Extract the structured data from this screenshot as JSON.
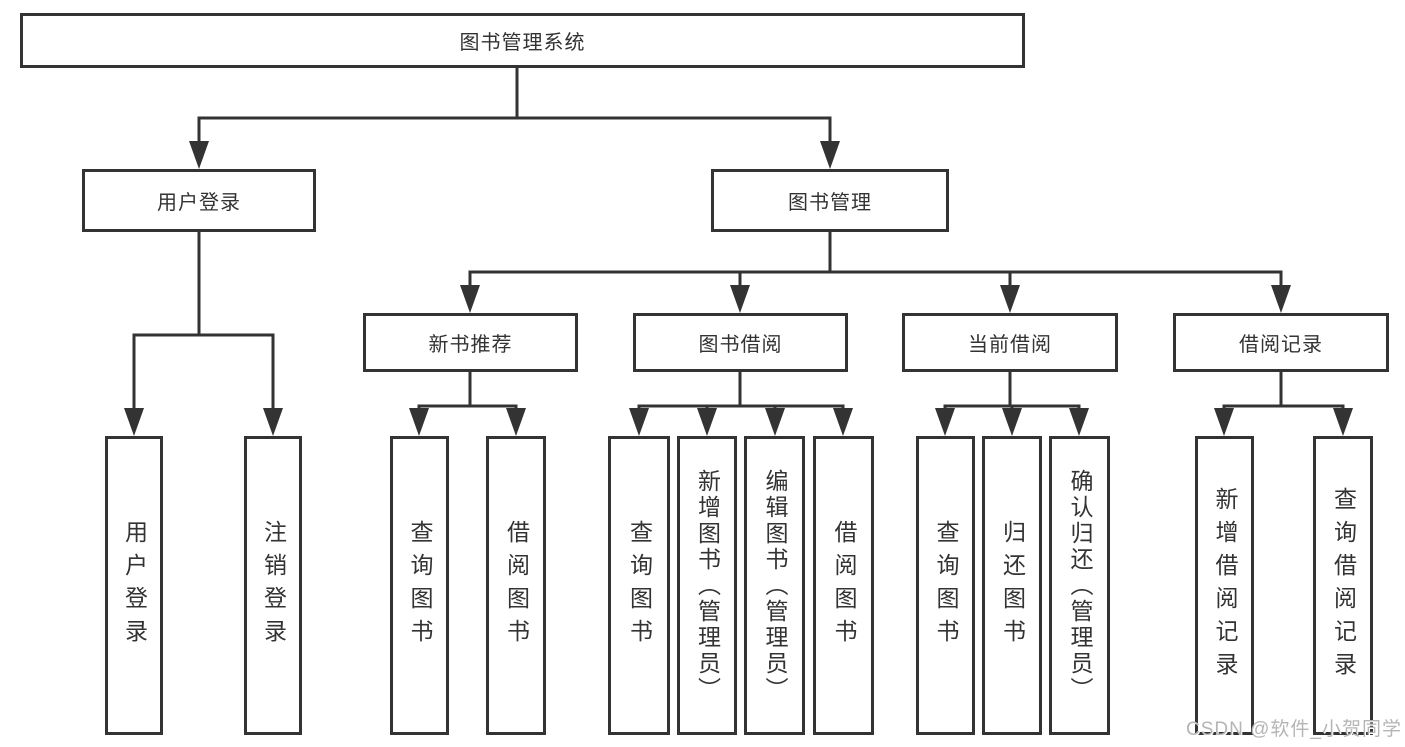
{
  "diagram": {
    "root": {
      "label": "图书管理系统"
    },
    "level2": [
      {
        "label": "用户登录",
        "children": [
          "用户登录",
          "注销登录"
        ]
      },
      {
        "label": "图书管理",
        "groups": [
          {
            "label": "新书推荐",
            "children": [
              "查询图书",
              "借阅图书"
            ]
          },
          {
            "label": "图书借阅",
            "children": [
              "查询图书",
              "新增图书（管理员）",
              "编辑图书（管理员）",
              "借阅图书"
            ]
          },
          {
            "label": "当前借阅",
            "children": [
              "查询图书",
              "归还图书",
              "确认归还（管理员）"
            ]
          },
          {
            "label": "借阅记录",
            "children": [
              "新增借阅记录",
              "查询借阅记录"
            ]
          }
        ]
      }
    ]
  },
  "watermark": {
    "text": "CSDN @软件_小贺同学"
  },
  "colors": {
    "line": "#333333",
    "text": "#333333",
    "watermark": "#b5b5b5",
    "background": "#ffffff"
  }
}
